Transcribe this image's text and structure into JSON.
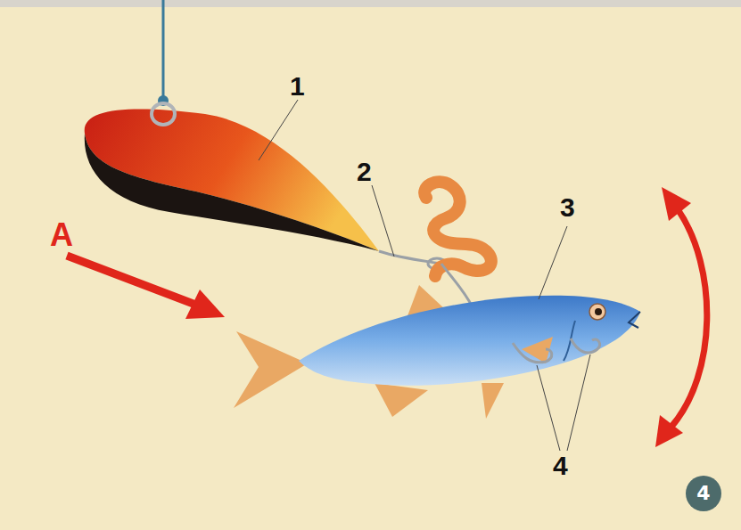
{
  "diagram": {
    "nodes": [
      {
        "text": [
          "4"
        ]
      }
    ],
    "labels": [
      "1",
      "2",
      "3",
      "4",
      "A"
    ]
  }
}
